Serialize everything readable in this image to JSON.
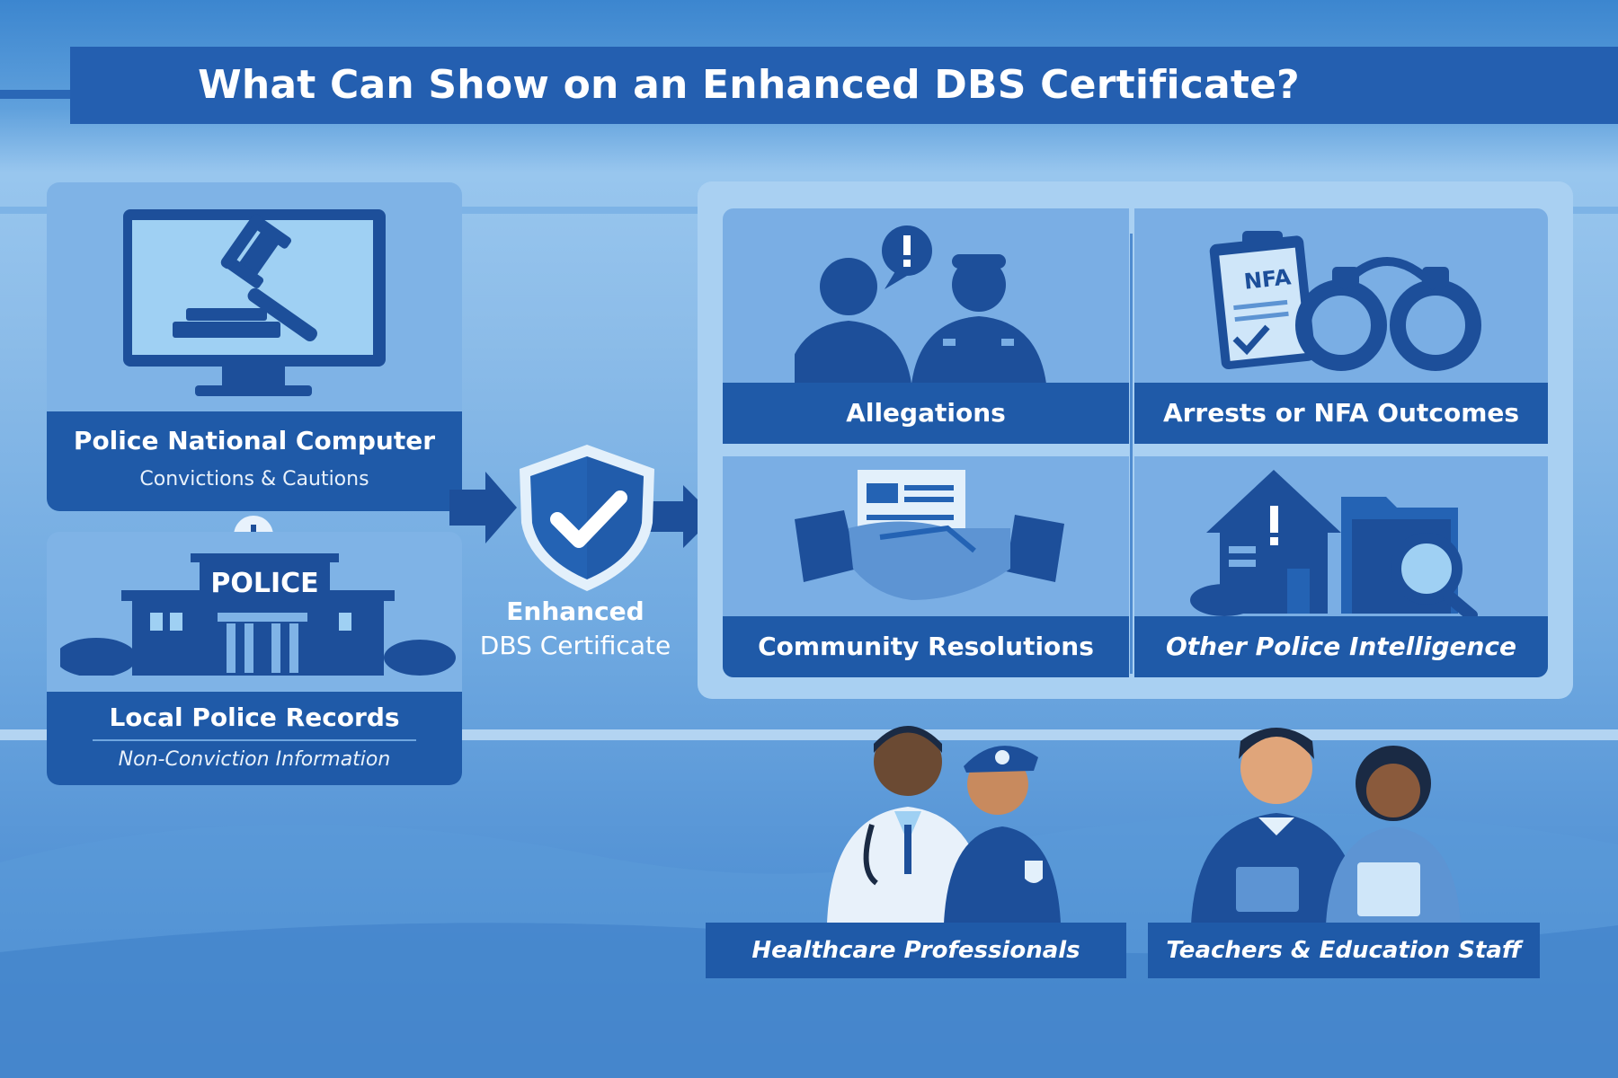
{
  "title": "What Can Show on an Enhanced DBS Certificate?",
  "sources": {
    "pnc": {
      "title": "Police National Computer",
      "subtitle": "Convictions & Cautions",
      "icon": "gavel-monitor-icon"
    },
    "plus_icon": "plus-icon",
    "local": {
      "sign": "POLICE",
      "title": "Local Police Records",
      "subtitle": "Non-Conviction Information",
      "icon": "police-station-icon"
    }
  },
  "certificate": {
    "line1": "Enhanced",
    "line2": "DBS Certificate",
    "icon": "shield-check-icon"
  },
  "outcomes": [
    {
      "label": "Allegations",
      "icon": "allegation-conversation-icon"
    },
    {
      "label": "Arrests or NFA Outcomes",
      "icon": "handcuffs-clipboard-icon",
      "clipboard_text": "NFA"
    },
    {
      "label": "Community Resolutions",
      "icon": "handshake-icon"
    },
    {
      "label": "Other Police Intelligence",
      "icon": "house-folder-magnifier-icon"
    }
  ],
  "audiences": [
    {
      "label": "Healthcare Professionals",
      "icon": "doctor-and-police-officer-icon"
    },
    {
      "label": "Teachers & Education Staff",
      "icon": "teachers-icon"
    }
  ],
  "colors": {
    "dark_blue": "#1f5aa8",
    "title_bar": "#245fb0",
    "card": "#7fb3e6",
    "icon_dark": "#1d4f9a"
  }
}
